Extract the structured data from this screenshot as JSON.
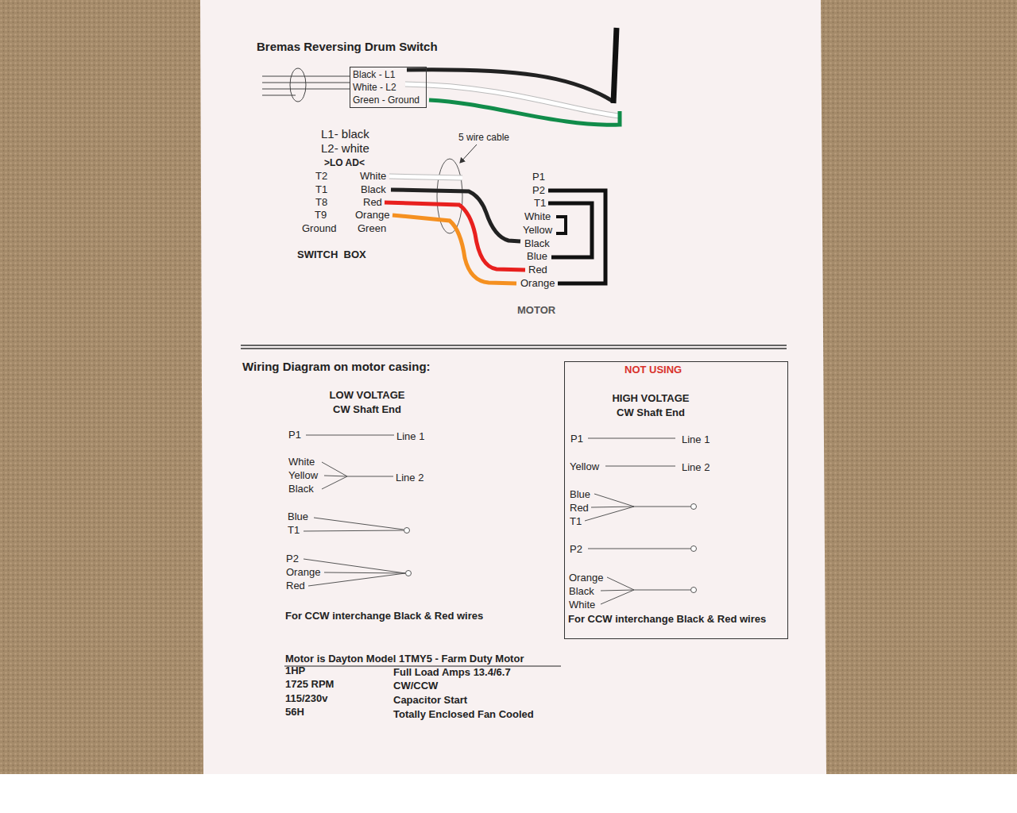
{
  "diagram": {
    "title": "Bremas Reversing Drum Switch",
    "nodes": [
      {
        "text": [
          "Black - L1",
          "White - L2",
          "Green - Ground"
        ]
      },
      {
        "text": [
          "NOT USING",
          "HIGH VOLTAGE CW Shaft End",
          "P1",
          "Line 1",
          "Yellow",
          "Line 2",
          "Blue",
          "Red",
          "T1",
          "P2",
          "Orange",
          "Black",
          "White",
          "For CCW interchange Black & Red wires"
        ]
      }
    ],
    "labels": [
      "L1- black",
      "L2- white",
      ">LO AD<",
      "5 wire cable",
      "T2",
      "White",
      "T1",
      "Black",
      "T8",
      "Red",
      "T9",
      "Orange",
      "Ground",
      "Green",
      "SWITCH  BOX",
      "P1",
      "P2",
      "T1",
      "White",
      "Yellow",
      "Black",
      "Blue",
      "Red",
      "Orange",
      "MOTOR",
      "Wiring Diagram on motor casing:",
      "LOW VOLTAGE CW Shaft End",
      "P1",
      "Line 1",
      "White",
      "Yellow",
      "Black",
      "Line 2",
      "Blue",
      "T1",
      "P2",
      "Orange",
      "Red",
      "For CCW interchange Black & Red wires",
      "Motor is Dayton Model 1TMY5 - Farm Duty Motor",
      "1HP",
      "1725 RPM",
      "115/230v",
      "56H",
      "Full Load Amps 13.4/6.7",
      "CW/CCW",
      "Capacitor Start",
      "Totally Enclosed Fan Cooled"
    ]
  }
}
